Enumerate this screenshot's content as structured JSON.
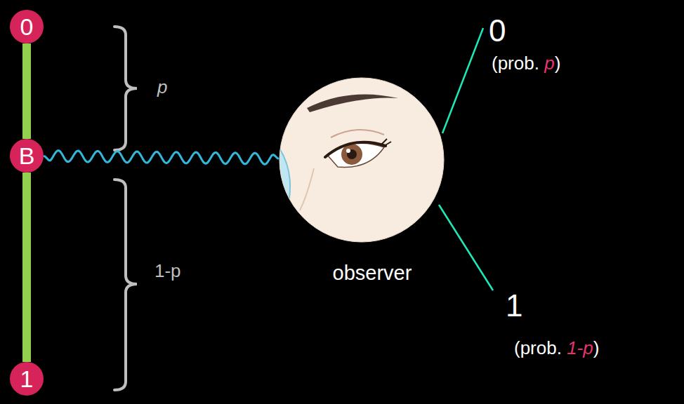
{
  "diagram": {
    "nodes": [
      {
        "text": [
          "0"
        ]
      },
      {
        "text": [
          "B"
        ]
      },
      {
        "text": [
          "1"
        ]
      },
      {
        "text": [
          "observer"
        ]
      }
    ],
    "edges": [
      {
        "from": 0,
        "to": 1,
        "arrow": "none"
      },
      {
        "from": 1,
        "to": 2,
        "arrow": "none"
      },
      {
        "from": 1,
        "to": 3,
        "arrow": "none"
      }
    ],
    "labels": [
      "p",
      "1-p",
      "0",
      "(prob. p)",
      "1",
      "(prob. 1-p)"
    ]
  }
}
